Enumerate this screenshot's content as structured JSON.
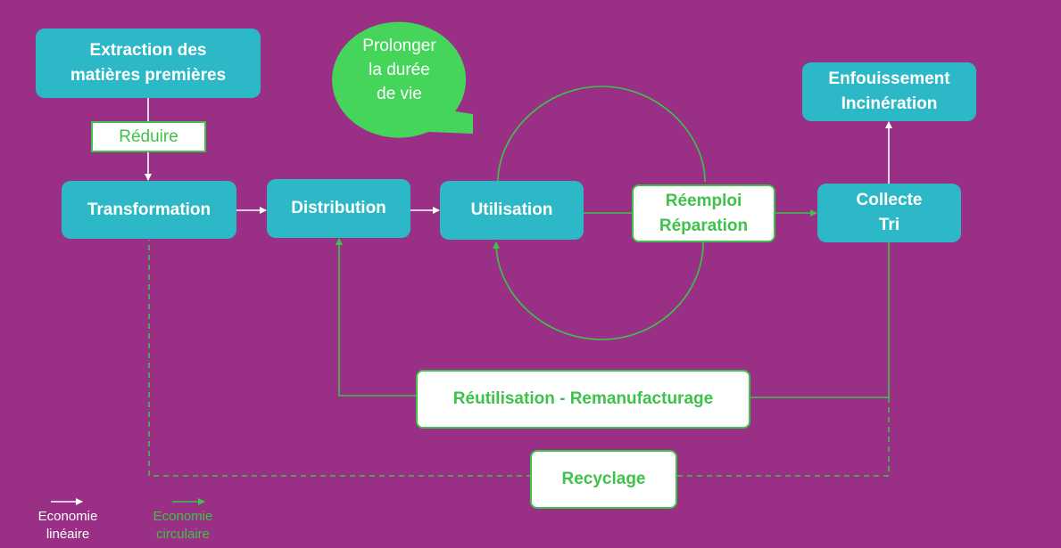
{
  "colors": {
    "background": "#9a3085",
    "node_fill": "#2cb8c7",
    "circular_green": "#3ec24a",
    "bubble_green": "#45d55a",
    "linear_white": "#ffffff"
  },
  "nodes": {
    "extraction": [
      "Extraction des",
      "matières premières"
    ],
    "transformation": "Transformation",
    "distribution": "Distribution",
    "utilisation": "Utilisation",
    "reemploi": [
      "Réemploi",
      "Réparation"
    ],
    "collecte": [
      "Collecte",
      "Tri"
    ],
    "enfouissement": [
      "Enfouissement",
      "Incinération"
    ],
    "reutilisation": "Réutilisation - Remanufacturage",
    "recyclage": "Recyclage"
  },
  "labels": {
    "reduire": "Réduire",
    "prolonger": [
      "Prolonger",
      "la durée",
      "de vie"
    ]
  },
  "legend": {
    "linear": [
      "Economie",
      "linéaire"
    ],
    "circular": [
      "Economie",
      "circulaire"
    ]
  }
}
